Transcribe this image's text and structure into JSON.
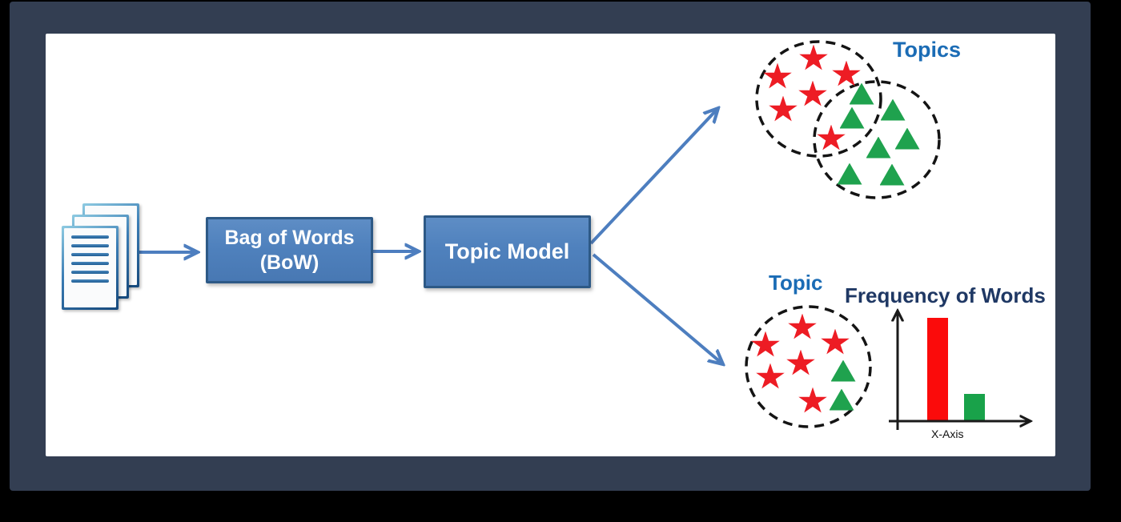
{
  "nodes": {
    "documents_icon": {
      "icon": "documents-stack-icon",
      "page_count": 3
    },
    "bow_box": {
      "line1": "Bag of Words",
      "line2": "(BoW)"
    },
    "topic_model_box": {
      "label": "Topic Model"
    }
  },
  "labels": {
    "topics": "Topics",
    "topic": "Topic",
    "frequency_title": "Frequency of Words",
    "x_axis": "X-Axis"
  },
  "clusters": {
    "topics_overlapping_circles": {
      "circle_count": 2,
      "star_count": 6,
      "triangle_count": 7
    },
    "single_topic_circle": {
      "circle_count": 1,
      "star_count": 6,
      "triangle_count": 2
    }
  },
  "colors": {
    "background_black": "#000000",
    "frame_navy": "#333e52",
    "canvas_white": "#ffffff",
    "box_fill": "#4f81bd",
    "box_border": "#2d5986",
    "box_text": "#ffffff",
    "arrow_blue": "#4d7ebf",
    "star_red": "#ed1c24",
    "triangle_green": "#1fa24e",
    "cluster_label_blue": "#1b6cb5",
    "chart_title_navy": "#1f3864",
    "axis_black": "#1a1a1a",
    "dashed_circle_black": "#141414",
    "doc_border_blue": "#1d5c94",
    "doc_line_blue": "#2a6ca8"
  },
  "chart_data": {
    "type": "bar",
    "title": "Frequency of Words",
    "xlabel": "X-Axis",
    "ylabel": "",
    "values": [
      0.9,
      0.23
    ],
    "bar_colors": [
      "#fb0b0b",
      "#19a24a"
    ],
    "ylim": [
      0,
      1
    ],
    "grid": false,
    "numeric_labels_shown": false
  }
}
